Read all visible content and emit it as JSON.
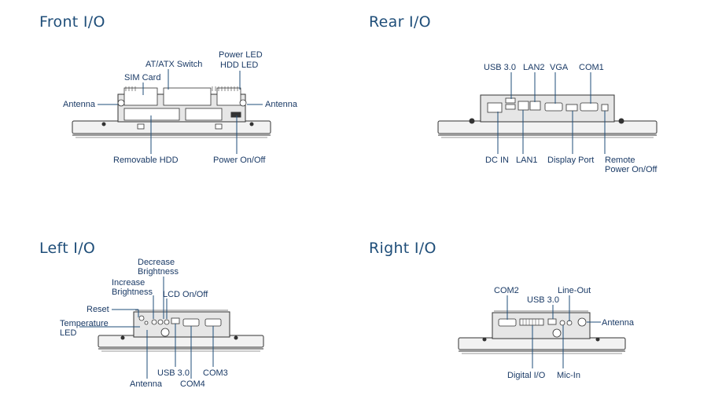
{
  "sections": {
    "front": {
      "title": "Front I/O",
      "labels": {
        "antenna_left": "Antenna",
        "sim_card": "SIM Card",
        "atx_switch": "AT/ATX Switch",
        "power_led": "Power LED",
        "hdd_led": "HDD LED",
        "antenna_right": "Antenna",
        "removable_hdd": "Removable HDD",
        "power_onoff": "Power On/Off"
      }
    },
    "rear": {
      "title": "Rear I/O",
      "labels": {
        "usb30": "USB 3.0",
        "lan2": "LAN2",
        "vga": "VGA",
        "com1": "COM1",
        "dc_in": "DC IN",
        "lan1": "LAN1",
        "display_port": "Display Port",
        "remote": "Remote",
        "power_onoff": "Power On/Off"
      }
    },
    "left": {
      "title": "Left I/O",
      "labels": {
        "decrease": "Decrease",
        "brightness1": "Brightness",
        "increase": "Increase",
        "brightness2": "Brightness",
        "lcd_onoff": "LCD On/Off",
        "reset": "Reset",
        "temperature": "Temperature",
        "led": "LED",
        "usb30": "USB 3.0",
        "com3": "COM3",
        "antenna": "Antenna",
        "com4": "COM4"
      }
    },
    "right": {
      "title": "Right I/O",
      "labels": {
        "com2": "COM2",
        "line_out": "Line-Out",
        "usb30": "USB 3.0",
        "antenna": "Antenna",
        "digital_io": "Digital I/O",
        "mic_in": "Mic-In"
      }
    }
  },
  "colors": {
    "title": "#1f4e79",
    "label": "#1a3a66",
    "leader_line": "#1f4e79",
    "device_stroke": "#333333"
  }
}
